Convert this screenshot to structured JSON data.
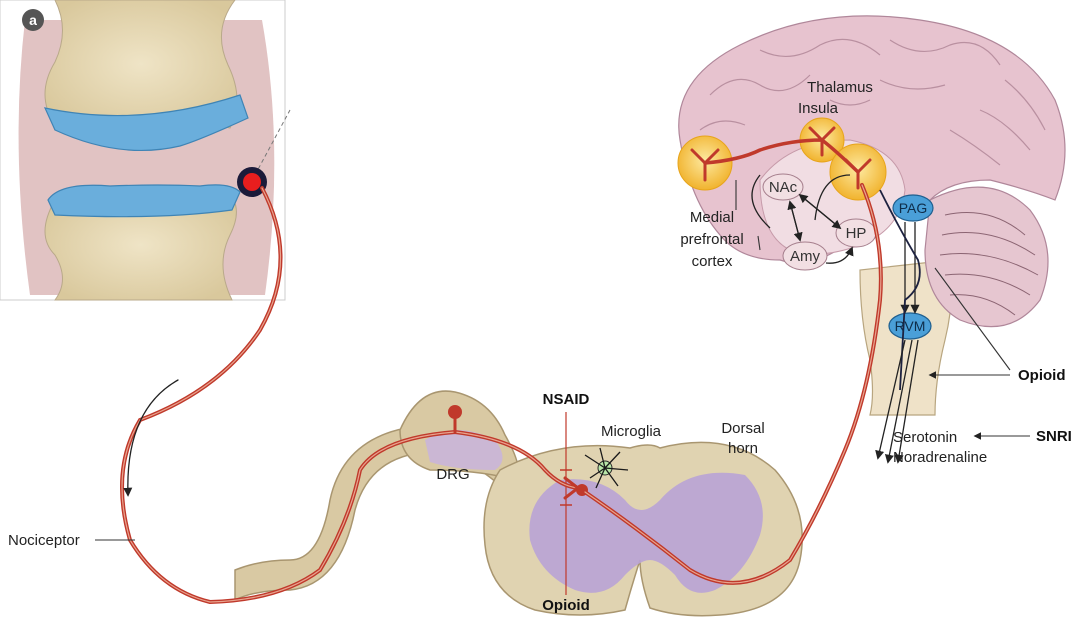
{
  "panel_label": "a",
  "labels": {
    "thalamus": "Thalamus",
    "insula": "Insula",
    "nac": "NAc",
    "hp": "HP",
    "amy": "Amy",
    "pag": "PAG",
    "rvm": "RVM",
    "mpfc_1": "Medial",
    "mpfc_2": "prefrontal",
    "mpfc_3": "cortex",
    "opioid_brain": "Opioid",
    "serotonin": "Serotonin",
    "noradrenaline": "Noradrenaline",
    "snri": "SNRI",
    "nsaid": "NSAID",
    "microglia": "Microglia",
    "dorsal_horn_1": "Dorsal",
    "dorsal_horn_2": "horn",
    "drg": "DRG",
    "nociceptor": "Nociceptor",
    "opioid_spinal": "Opioid"
  },
  "colors": {
    "nerve": "#c0392b",
    "nerve_light": "#e8a48f",
    "bone": "#e8dcbc",
    "cartilage": "#6aaedc",
    "brain": "#e7c3cf",
    "grey_matter": "#b9a3d6",
    "nucleus": "#f5c542",
    "blue_node": "#4a9fd8"
  }
}
